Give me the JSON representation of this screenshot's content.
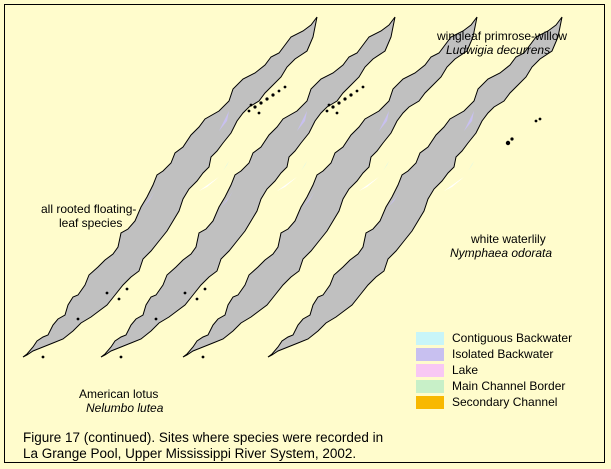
{
  "map_labels": {
    "primrose_common": "wingleaf primrose-willow",
    "primrose_sci": "Ludwigia decurrens",
    "all_species_line1": "all rooted floating-",
    "all_species_line2": "leaf species",
    "waterlily_common": "white waterlily",
    "waterlily_sci": "Nymphaea odorata",
    "lotus_common": "American lotus",
    "lotus_sci": "Nelumbo lutea"
  },
  "legend": {
    "items": [
      {
        "label": "Contiguous Backwater",
        "color": "#c8f5f8"
      },
      {
        "label": "Isolated Backwater",
        "color": "#c8c0f0"
      },
      {
        "label": "Lake",
        "color": "#f8c8f4"
      },
      {
        "label": "Main Channel Border",
        "color": "#c8f0c8"
      },
      {
        "label": "Secondary Channel",
        "color": "#f8b800"
      }
    ]
  },
  "caption": {
    "line1": "Figure 17 (continued).  Sites where species were recorded in",
    "line2": "La Grange Pool, Upper Mississippi River System, 2002."
  },
  "colors": {
    "background": "#fffccc",
    "river": "#c0c0c0",
    "river_outline": "#000000",
    "site_marker": "#000000"
  }
}
